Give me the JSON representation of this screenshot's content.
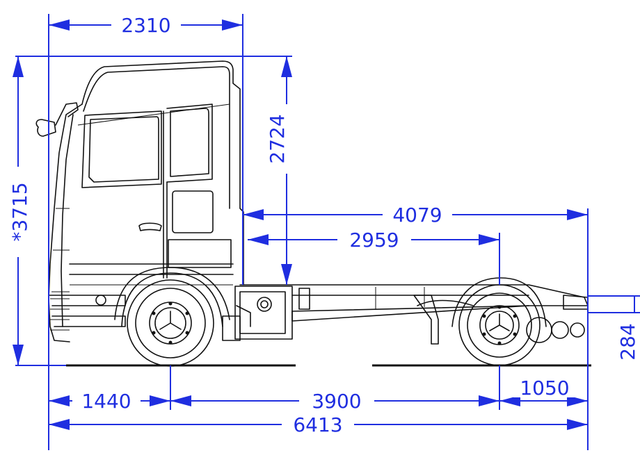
{
  "dimensions": {
    "cab_length": "2310",
    "overall_height": "*3715",
    "cab_height": "2724",
    "rear_overhang_to_end": "4079",
    "cab_to_rear_axle": "2959",
    "fifth_wheel_height": "284",
    "front_overhang": "1440",
    "wheelbase": "3900",
    "rear_overhang": "1050",
    "overall_length": "6413"
  },
  "colors": {
    "dimension_lines": "#1f2ee0",
    "truck_outline": "#111111",
    "background": "#ffffff"
  },
  "icons": {
    "wheel_emblem": "three-pointed-star-icon"
  }
}
